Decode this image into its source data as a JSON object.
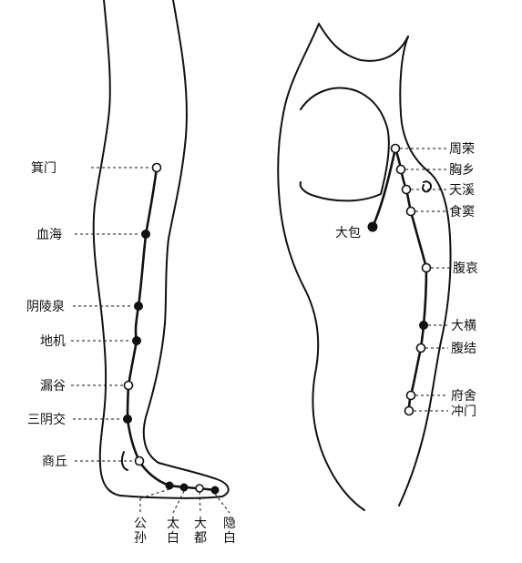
{
  "leg_points": [
    {
      "name": "箕门",
      "type": "open"
    },
    {
      "name": "血海",
      "type": "solid"
    },
    {
      "name": "阴陵泉",
      "type": "solid"
    },
    {
      "name": "地机",
      "type": "solid"
    },
    {
      "name": "漏谷",
      "type": "open"
    },
    {
      "name": "三阴交",
      "type": "solid"
    },
    {
      "name": "商丘",
      "type": "open"
    }
  ],
  "foot_points": [
    {
      "line1": "公",
      "line2": "孙",
      "type": "solid"
    },
    {
      "line1": "太",
      "line2": "白",
      "type": "solid"
    },
    {
      "line1": "大",
      "line2": "都",
      "type": "open"
    },
    {
      "line1": "隐",
      "line2": "白",
      "type": "solid"
    }
  ],
  "torso_points": [
    {
      "name": "周荣",
      "type": "open"
    },
    {
      "name": "胸乡",
      "type": "open"
    },
    {
      "name": "天溪",
      "type": "open"
    },
    {
      "name": "食窦",
      "type": "open"
    },
    {
      "name": "腹哀",
      "type": "open"
    },
    {
      "name": "大横",
      "type": "solid"
    },
    {
      "name": "腹结",
      "type": "open"
    },
    {
      "name": "府舍",
      "type": "open"
    },
    {
      "name": "冲门",
      "type": "open"
    }
  ],
  "side_point": {
    "name": "大包",
    "type": "solid"
  }
}
